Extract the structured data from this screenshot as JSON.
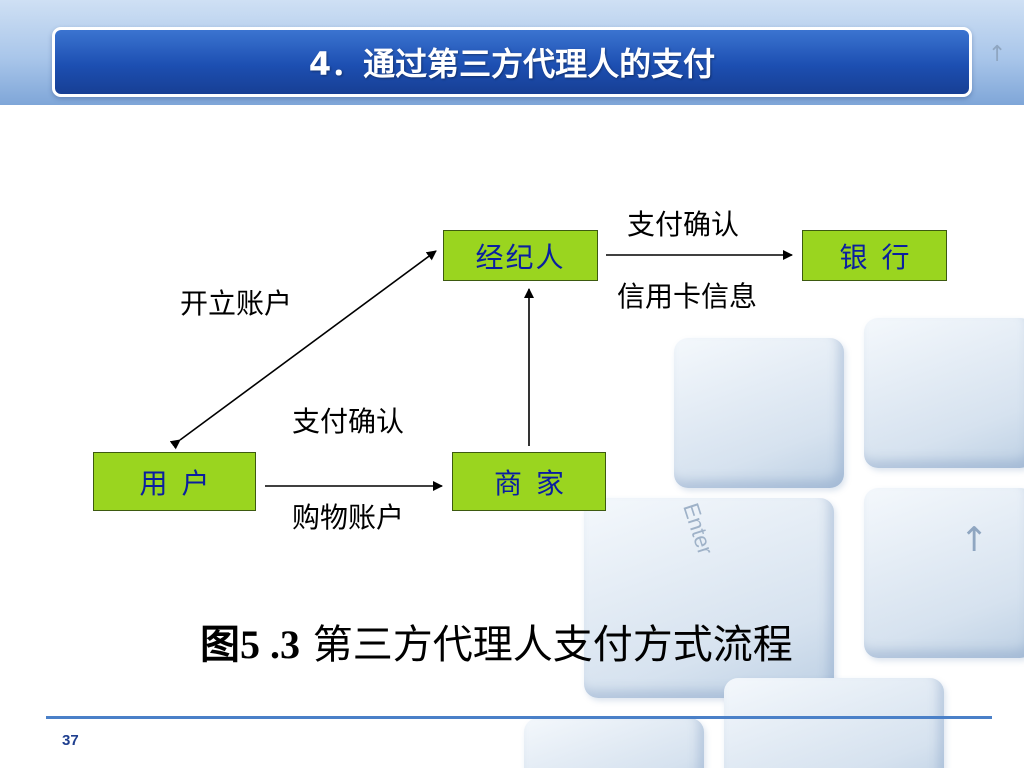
{
  "slide": {
    "title": "4．通过第三方代理人的支付",
    "page_number": "37"
  },
  "diagram": {
    "nodes": {
      "broker": "经纪人",
      "bank": "银行",
      "user": "用户",
      "merchant": "商家"
    },
    "edges": {
      "broker_to_bank_top": "支付确认",
      "broker_to_bank_bottom": "信用卡信息",
      "user_broker": "开立账户",
      "user_merchant_top": "支付确认",
      "user_merchant_bottom": "购物账户"
    }
  },
  "caption": {
    "figure_number": "图5 .3",
    "text": "第三方代理人支付方式流程"
  },
  "colors": {
    "node_fill": "#9ad51f",
    "node_text": "#0a1fa0",
    "title_bar": "#1d4fb2"
  }
}
